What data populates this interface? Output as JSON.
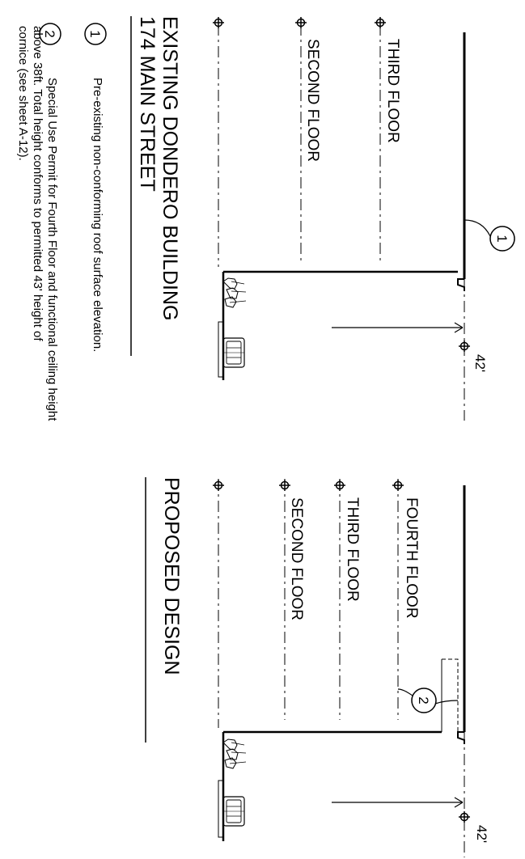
{
  "existing": {
    "title_line1": "EXISTING DONDERO BUILDING",
    "title_line2": "174 MAIN STREET",
    "floors": {
      "third": "THIRD FLOOR",
      "second": "SECOND FLOOR"
    },
    "callout": "1",
    "height_dim": "42'"
  },
  "proposed": {
    "title": "PROPOSED DESIGN",
    "floors": {
      "fourth": "FOURTH FLOOR",
      "third": "THIRD FLOOR",
      "second": "SECOND FLOOR"
    },
    "callout": "2",
    "height_dim": "42'"
  },
  "notes": [
    {
      "num": "1",
      "lines": [
        "Pre-existing non-conforming roof surface elevation."
      ]
    },
    {
      "num": "2",
      "lines": [
        "Special Use Permit for Fourth Floor and functional ceiling height",
        "above 38ft. Total height conforms to permitted 43' height of",
        "cornice (see sheet A-12)."
      ]
    }
  ]
}
